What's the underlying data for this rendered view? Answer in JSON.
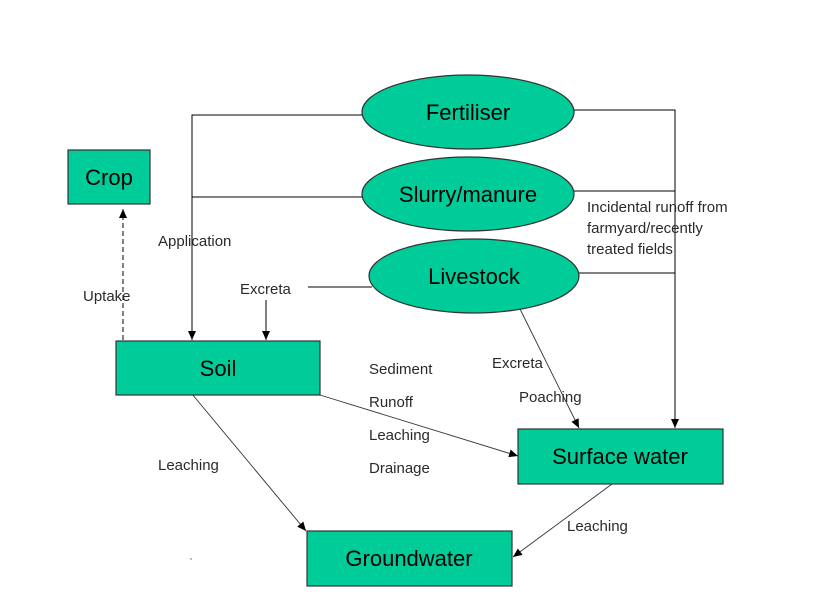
{
  "diagram": {
    "colors": {
      "node_fill": "#00cc99",
      "node_stroke": "#333333",
      "line": "#000000",
      "label": "#2a2a2a"
    },
    "nodes": {
      "fertiliser": "Fertiliser",
      "slurry": "Slurry/manure",
      "livestock": "Livestock",
      "crop": "Crop",
      "soil": "Soil",
      "surface_water": "Surface water",
      "groundwater": "Groundwater"
    },
    "labels": {
      "application": "Application",
      "uptake": "Uptake",
      "excreta_soil": "Excreta",
      "incidental_1": "Incidental runoff from",
      "incidental_2": "farmyard/recently",
      "incidental_3": "treated fields",
      "sediment": "Sediment",
      "runoff": "Runoff",
      "leaching_mid": "Leaching",
      "drainage": "Drainage",
      "excreta_sw": "Excreta",
      "poaching": "Poaching",
      "leaching_soil": "Leaching",
      "leaching_sw": "Leaching"
    }
  }
}
